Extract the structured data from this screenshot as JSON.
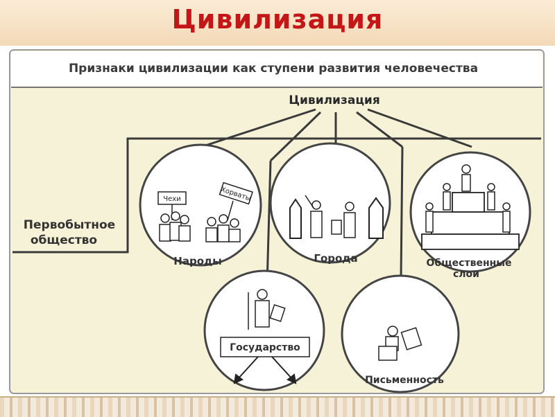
{
  "page_title": "Цивилизация",
  "diagram": {
    "heading": "Признаки цивилизации как ступени развития человечества",
    "root": "Цивилизация",
    "left_label_line1": "Первобытное",
    "left_label_line2": "общество",
    "nodes": {
      "peoples": "Народы",
      "peoples_sign1": "Чехи",
      "peoples_sign2": "Хорваты",
      "cities": "Города",
      "classes_line1": "Общественные",
      "classes_line2": "слои",
      "state": "Государство",
      "writing": "Письменность"
    }
  },
  "colors": {
    "title": "#c41616",
    "diagram_bg": "#f6f2d8",
    "circle_fill": "#ffffff",
    "line": "#3a3a3a"
  }
}
